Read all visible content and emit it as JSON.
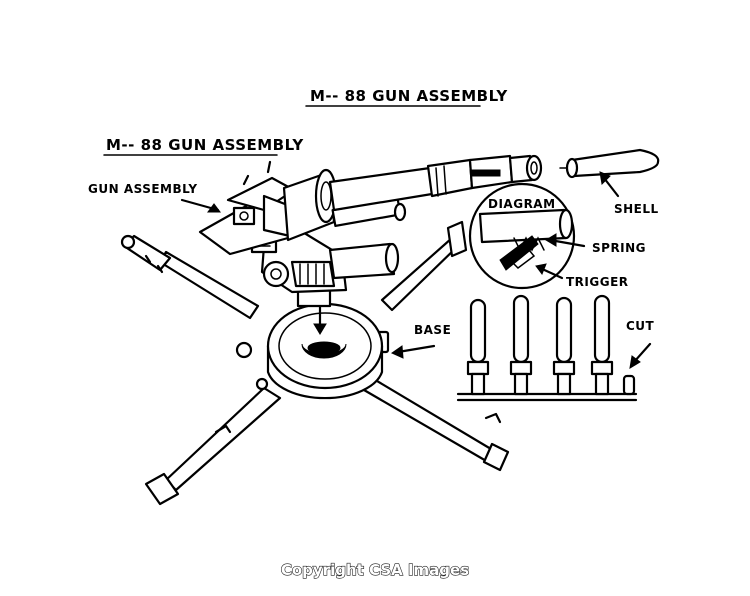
{
  "labels": {
    "title_main": "M-- 88 GUN ASSEMBLY",
    "title_secondary": "M-- 88 GUN ASSEMBLY",
    "gun_assembly": "GUN ASSEMBLY",
    "diagram": "DIAGRAM",
    "shell": "SHELL",
    "spring": "SPRING",
    "trigger": "TRIGGER",
    "base": "BASE",
    "cut": "CUT"
  },
  "copyright": "Copyright CSA Images"
}
